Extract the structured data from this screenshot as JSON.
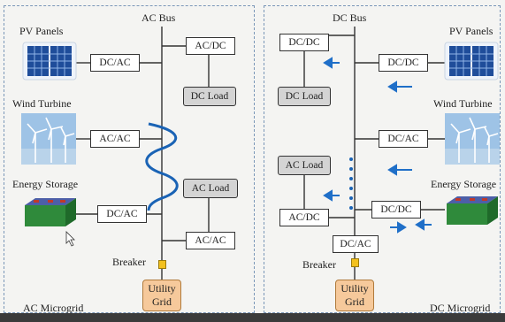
{
  "ac_side": {
    "bus_label": "AC Bus",
    "pv_label": "PV Panels",
    "wind_label": "Wind Turbine",
    "storage_label": "Energy Storage",
    "pv_converter": "DC/AC",
    "wind_converter": "AC/AC",
    "storage_converter": "DC/AC",
    "dc_load_converter": "AC/DC",
    "dc_load": "DC Load",
    "ac_load": "AC Load",
    "ac_load_converter": "AC/AC",
    "breaker_label": "Breaker",
    "utility_grid": "Utility Grid",
    "caption": "AC Microgrid"
  },
  "dc_side": {
    "bus_label": "DC Bus",
    "pv_label": "PV Panels",
    "wind_label": "Wind Turbine",
    "storage_label": "Energy Storage",
    "dc_load_converter": "DC/DC",
    "dc_load": "DC Load",
    "pv_converter": "DC/DC",
    "wind_converter": "DC/AC",
    "ac_load": "AC Load",
    "ac_load_converter": "AC/DC",
    "storage_converter": "DC/DC",
    "grid_converter": "DC/AC",
    "breaker_label": "Breaker",
    "utility_grid": "Utility Grid",
    "caption": "DC Microgrid"
  },
  "colors": {
    "panel_border": "#7a97b8",
    "arrow": "#1f6fc8",
    "ac_wave": "#1a63b5",
    "load_fill": "#d4d4d4",
    "grid_fill": "#f6c99b",
    "breaker_fill": "#f3c11e",
    "battery_fill": "#2f8a3b"
  }
}
